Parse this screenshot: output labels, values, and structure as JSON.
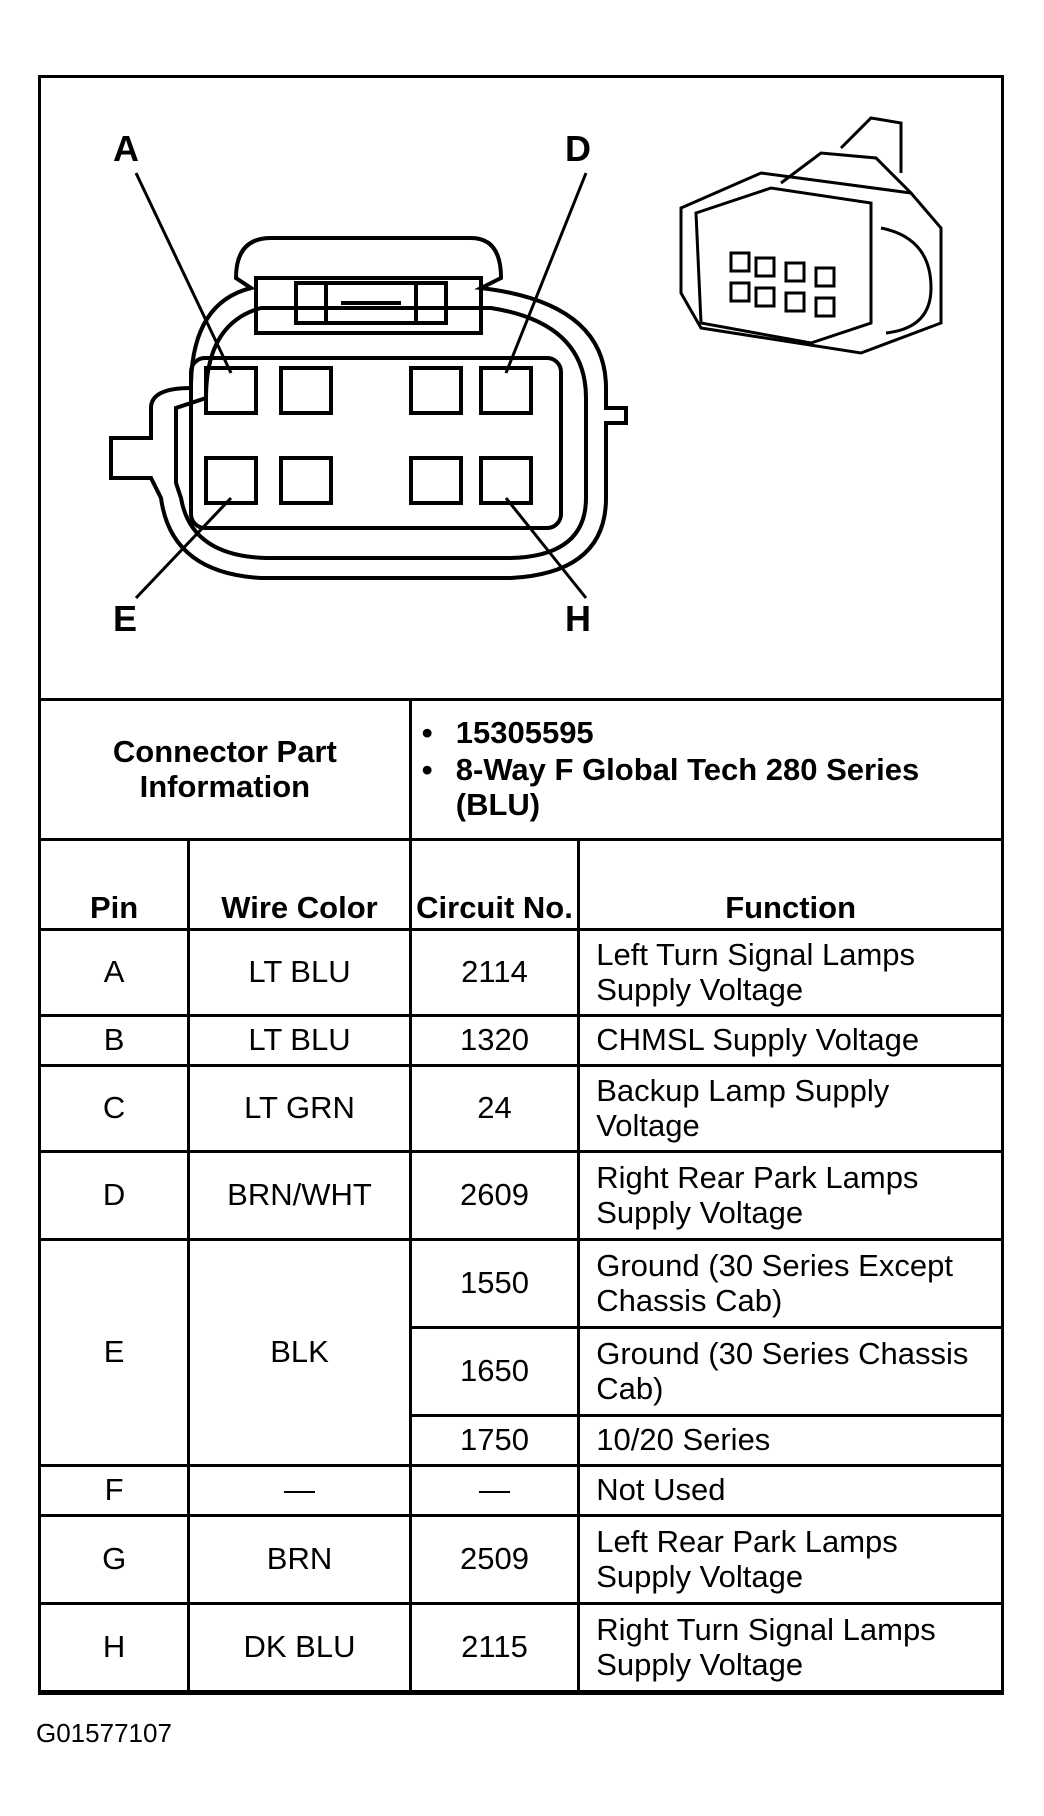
{
  "diagram": {
    "pin_labels": {
      "A": "A",
      "D": "D",
      "E": "E",
      "H": "H"
    },
    "connector_icon": "connector-3d-icon"
  },
  "connector_info": {
    "label": "Connector Part Information",
    "details": [
      "15305595",
      "8-Way F Global Tech 280 Series (BLU)"
    ]
  },
  "table": {
    "headers": {
      "pin": "Pin",
      "wire_color": "Wire Color",
      "circuit": "Circuit No.",
      "function": "Function"
    },
    "rows": [
      {
        "pin": "A",
        "color": "LT BLU",
        "circuit": "2114",
        "function": "Left Turn Signal Lamps Supply Voltage"
      },
      {
        "pin": "B",
        "color": "LT BLU",
        "circuit": "1320",
        "function": "CHMSL Supply Voltage"
      },
      {
        "pin": "C",
        "color": "LT GRN",
        "circuit": "24",
        "function": "Backup Lamp Supply Voltage"
      },
      {
        "pin": "D",
        "color": "BRN/WHT",
        "circuit": "2609",
        "function": "Right Rear Park Lamps Supply Voltage"
      },
      {
        "pin": "E",
        "color": "BLK",
        "circuits": [
          {
            "circuit": "1550",
            "function": "Ground (30 Series Except Chassis Cab)"
          },
          {
            "circuit": "1650",
            "function": "Ground (30 Series Chassis Cab)"
          },
          {
            "circuit": "1750",
            "function": "10/20 Series"
          }
        ]
      },
      {
        "pin": "F",
        "color": "—",
        "circuit": "—",
        "function": "Not Used"
      },
      {
        "pin": "G",
        "color": "BRN",
        "circuit": "2509",
        "function": "Left Rear Park Lamps Supply Voltage"
      },
      {
        "pin": "H",
        "color": "DK BLU",
        "circuit": "2115",
        "function": "Right Turn Signal Lamps Supply Voltage"
      }
    ]
  },
  "figure_id": "G01577107"
}
